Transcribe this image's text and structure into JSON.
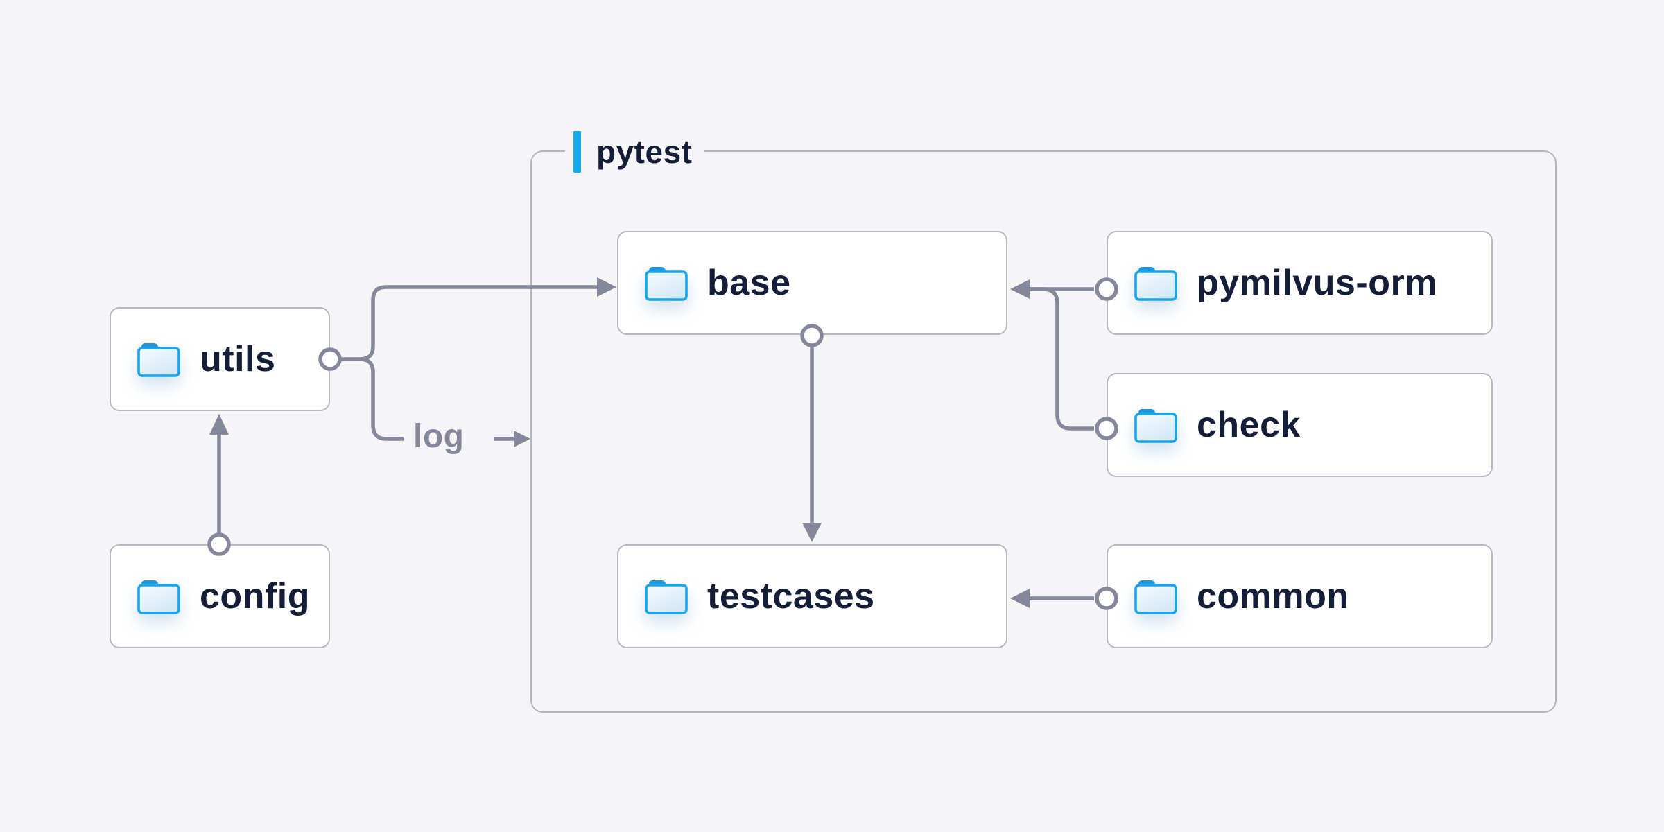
{
  "diagram": {
    "container_label": "pytest",
    "nodes": {
      "utils": "utils",
      "config": "config",
      "base": "base",
      "testcases": "testcases",
      "pymilvus_orm": "pymilvus-orm",
      "check": "check",
      "common": "common"
    },
    "log_label": "log",
    "edges": [
      {
        "from": "config",
        "to": "utils",
        "type": "arrow"
      },
      {
        "from": "utils",
        "to": "base",
        "type": "arrow"
      },
      {
        "from": "utils",
        "to": "log",
        "type": "labeled-arrow",
        "label": "log"
      },
      {
        "from": "pymilvus-orm",
        "to": "base",
        "type": "arrow"
      },
      {
        "from": "check",
        "to": "base",
        "type": "arrow"
      },
      {
        "from": "base",
        "to": "testcases",
        "type": "arrow"
      },
      {
        "from": "common",
        "to": "testcases",
        "type": "arrow"
      }
    ],
    "icons": {
      "node_icon": "folder-icon"
    },
    "colors": {
      "background": "#f5f5f7",
      "node_fill": "#ffffff",
      "node_border": "#b6b8c4",
      "container_border": "#b2b4c1",
      "connector": "#85889a",
      "label_text": "#141e38",
      "accent_bar": "#16aaf0",
      "muted_text": "#85889a",
      "folder_blue": "#18a5ee"
    }
  }
}
